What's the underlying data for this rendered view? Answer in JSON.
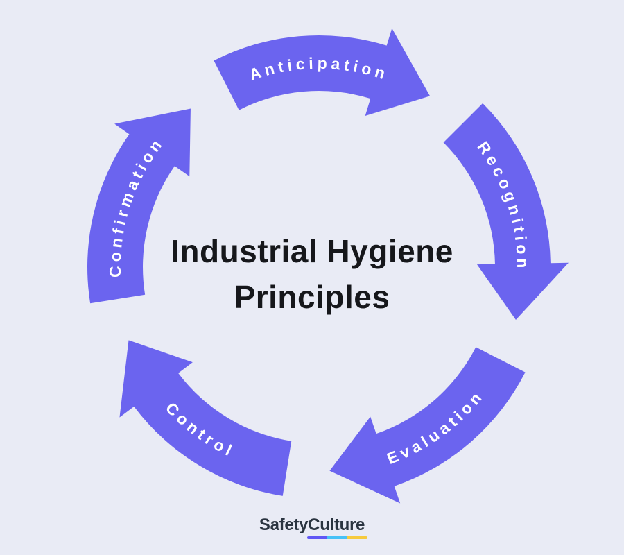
{
  "title": {
    "line1": "Industrial Hygiene",
    "line2": "Principles"
  },
  "cycle": {
    "steps": [
      {
        "label": "Anticipation"
      },
      {
        "label": "Recognition"
      },
      {
        "label": "Evaluation"
      },
      {
        "label": "Control"
      },
      {
        "label": "Confirmation"
      }
    ]
  },
  "footer": {
    "brand_part1": "Safety",
    "brand_part2": "Culture"
  },
  "colors": {
    "background": "#E9EBF5",
    "accent": "#6B64EF",
    "label": "#FFFFFF",
    "title": "#16171B",
    "logo": "#2A3440",
    "underline1": "#6157F5",
    "underline2": "#47C1F7",
    "underline3": "#F6CA3E"
  }
}
